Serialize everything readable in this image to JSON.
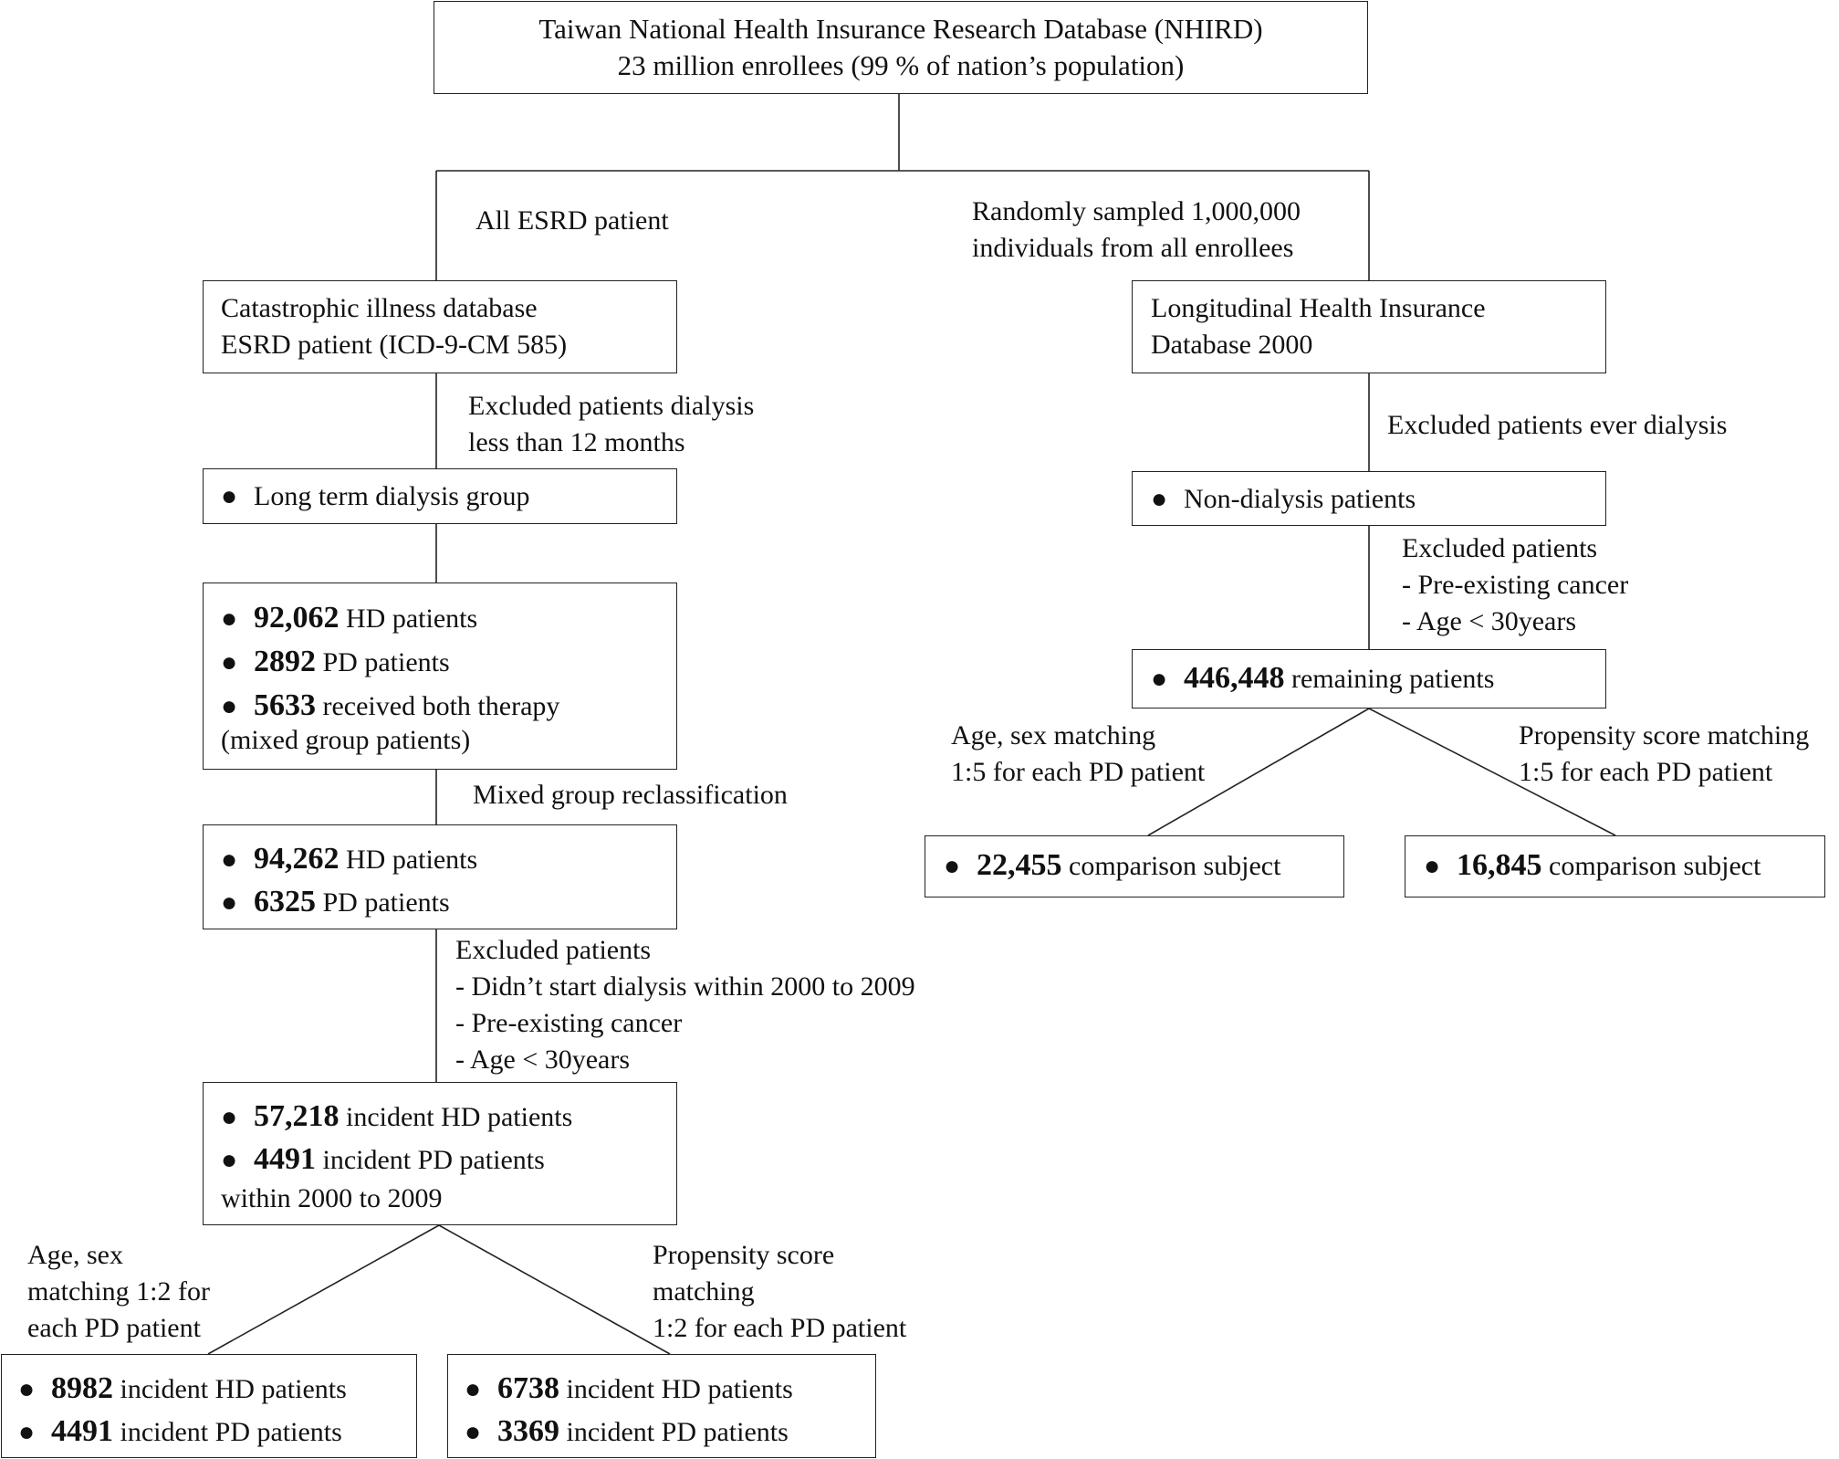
{
  "root": {
    "line1": "Taiwan National Health Insurance Research Database (NHIRD)",
    "line2": "23 million enrollees (99 % of nation’s population)"
  },
  "labels": {
    "all_esrd": "All ESRD patient",
    "random_1": "Randomly sampled 1,000,000",
    "random_2": "individuals from all enrollees",
    "excl_dialysis_1": "Excluded patients dialysis",
    "excl_dialysis_2": "less than 12 months",
    "excl_ever": "Excluded patients ever dialysis",
    "excl_right_1": "Excluded patients",
    "excl_right_2": "- Pre-existing cancer",
    "excl_right_3": "- Age < 30years",
    "mixed_reclass": "Mixed group reclassification",
    "excl_left_1": "Excluded patients",
    "excl_left_2": "- Didn’t start dialysis within 2000 to 2009",
    "excl_left_3": "- Pre-existing cancer",
    "excl_left_4": "- Age < 30years",
    "match_right_age_1": "Age, sex matching",
    "match_right_age_2": "1:5 for each PD patient",
    "match_right_prop_1": "Propensity score matching",
    "match_right_prop_2": "1:5 for each PD patient",
    "match_left_age_1": "Age, sex",
    "match_left_age_2": "matching 1:2 for",
    "match_left_age_3": "each PD patient",
    "match_left_prop_1": "Propensity score",
    "match_left_prop_2": "matching",
    "match_left_prop_3": "1:2 for each PD patient"
  },
  "boxes": {
    "catastrophic": {
      "line1": "Catastrophic illness database",
      "line2": "ESRD patient (ICD-9-CM 585)"
    },
    "lhid": {
      "line1": "Longitudinal Health Insurance",
      "line2": "Database 2000"
    },
    "long_term": {
      "bullet": "●",
      "text": "Long term dialysis group"
    },
    "non_dialysis": {
      "bullet": "●",
      "text": "Non-dialysis patients"
    },
    "initial_counts": [
      {
        "bullet": "●",
        "num": "92,062",
        "text": " HD patients"
      },
      {
        "bullet": "●",
        "num": "2892",
        "text": " PD patients"
      },
      {
        "bullet": "●",
        "num": "5633",
        "text": " received both therapy"
      }
    ],
    "initial_counts_tail": "(mixed group patients)",
    "remaining": {
      "bullet": "●",
      "num": "446,448",
      "text": " remaining patients"
    },
    "reclassified": [
      {
        "bullet": "●",
        "num": "94,262",
        "text": " HD patients"
      },
      {
        "bullet": "●",
        "num": "6325",
        "text": " PD patients"
      }
    ],
    "comparison_age": {
      "bullet": "●",
      "num": "22,455",
      "text": " comparison subject"
    },
    "comparison_prop": {
      "bullet": "●",
      "num": "16,845",
      "text": " comparison subject"
    },
    "incident": [
      {
        "bullet": "●",
        "num": "57,218",
        "text": " incident HD patients"
      },
      {
        "bullet": "●",
        "num": "4491",
        "text": " incident PD patients"
      }
    ],
    "incident_tail": "within 2000 to 2009",
    "final_age": [
      {
        "bullet": "●",
        "num": "8982",
        "text": " incident HD patients"
      },
      {
        "bullet": "●",
        "num": "4491",
        "text": " incident PD patients"
      }
    ],
    "final_prop": [
      {
        "bullet": "●",
        "num": "6738",
        "text": " incident HD patients"
      },
      {
        "bullet": "●",
        "num": "3369",
        "text": " incident PD patients"
      }
    ]
  }
}
